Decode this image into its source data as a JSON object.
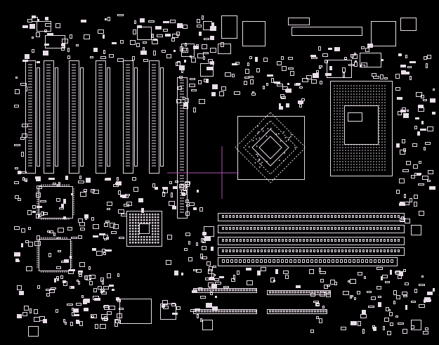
{
  "viewer": {
    "background": "#000000",
    "stroke_color": "#e8dde8",
    "cursor_color": "#b04fb0",
    "view": "pcb-layout-top"
  },
  "board": {
    "pci_slots": 6,
    "memory_slots": 4,
    "chips": 5,
    "cpu_socket": 1,
    "crosshair_cursor": true
  }
}
